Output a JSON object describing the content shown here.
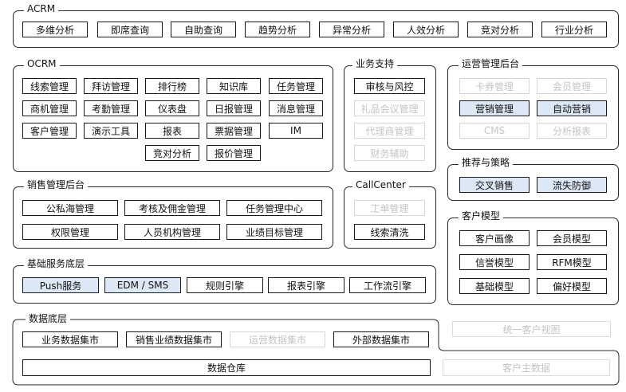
{
  "acrm": {
    "title": "ACRM",
    "items": [
      "多维分析",
      "即席查询",
      "自助查询",
      "趋势分析",
      "异常分析",
      "人效分析",
      "竞对分析",
      "行业分析"
    ]
  },
  "ocrm": {
    "title": "OCRM",
    "row1": [
      "线索管理",
      "拜访管理",
      "排行榜",
      "知识库",
      "任务管理"
    ],
    "row2": [
      "商机管理",
      "考勤管理",
      "仪表盘",
      "日报管理",
      "消息管理"
    ],
    "row3": [
      "客户管理",
      "演示工具",
      "报表",
      "票据管理",
      "IM"
    ],
    "row4": [
      "竞对分析",
      "报价管理"
    ]
  },
  "business_support": {
    "title": "业务支持",
    "items": [
      "审核与风控",
      "礼品会议管理",
      "代理商管理",
      "财务辅助"
    ]
  },
  "ops_backend": {
    "title": "运营管理后台",
    "items": [
      "卡券管理",
      "会员管理",
      "营销管理",
      "自动营销",
      "CMS",
      "分析报表"
    ]
  },
  "recommend": {
    "title": "推荐与策略",
    "items": [
      "交叉销售",
      "流失防御"
    ]
  },
  "sales_backend": {
    "title": "销售管理后台",
    "items": [
      "公私海管理",
      "考核及佣金管理",
      "任务管理中心",
      "权限管理",
      "人员机构管理",
      "业绩目标管理"
    ]
  },
  "callcenter": {
    "title": "CallCenter",
    "items": [
      "工单管理",
      "线索清洗"
    ]
  },
  "customer_model": {
    "title": "客户模型",
    "items": [
      "客户画像",
      "会员模型",
      "信誉模型",
      "RFM模型",
      "基础模型",
      "偏好模型"
    ]
  },
  "base_services": {
    "title": "基础服务底层",
    "items": [
      "Push服务",
      "EDM / SMS",
      "规则引擎",
      "报表引擎",
      "工作流引擎"
    ]
  },
  "data_layer": {
    "title": "数据底层",
    "items": [
      "业务数据集市",
      "销售业绩数据集市",
      "运营数据集市",
      "外部数据集市"
    ],
    "warehouse": "数据仓库",
    "unified_view": "统一客户视图",
    "master_data": "客户主数据"
  },
  "colors": {
    "highlight": "#dde8f6",
    "border": "#1a1a1a",
    "ghost": "#c4c4c4"
  }
}
